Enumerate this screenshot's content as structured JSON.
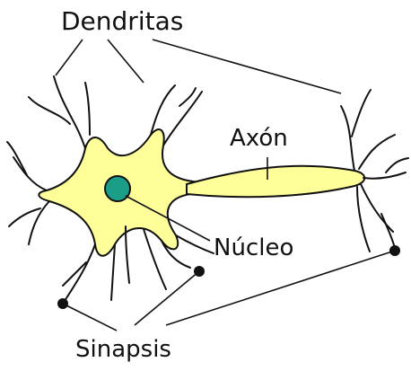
{
  "labels": {
    "dendrites": "Dendritas",
    "axon": "Axón",
    "nucleus": "Núcleo",
    "synapses": "Sinapsis"
  },
  "colors": {
    "body_fill": "#ffff99",
    "nucleus_fill": "#1a9e88",
    "line": "#111111",
    "background": "#ffffff"
  }
}
